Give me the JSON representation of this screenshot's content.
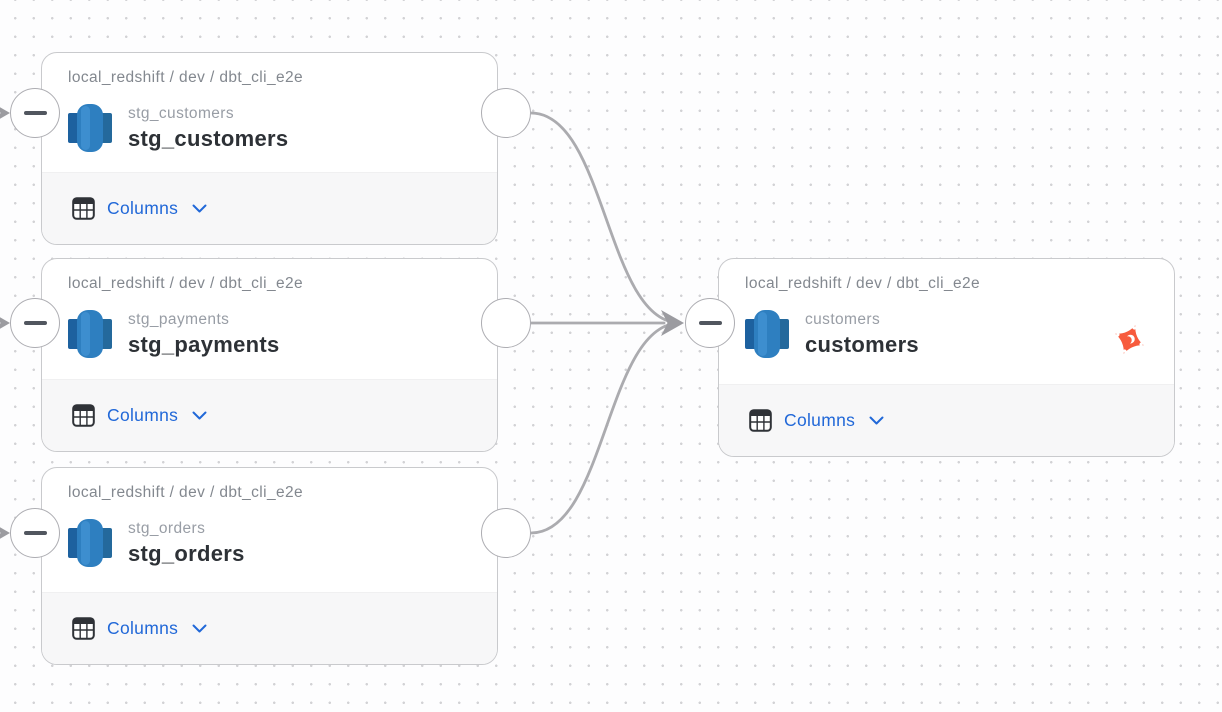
{
  "diagram": {
    "type": "data-lineage-graph",
    "nodes": [
      {
        "breadcrumb": "local_redshift / dev / dbt_cli_e2e",
        "subtitle": "stg_customers",
        "title": "stg_customers",
        "columns_label": "Columns",
        "source_icon": "redshift-icon",
        "collapsed_upstream": true
      },
      {
        "breadcrumb": "local_redshift / dev / dbt_cli_e2e",
        "subtitle": "stg_payments",
        "title": "stg_payments",
        "columns_label": "Columns",
        "source_icon": "redshift-icon",
        "collapsed_upstream": true
      },
      {
        "breadcrumb": "local_redshift / dev / dbt_cli_e2e",
        "subtitle": "stg_orders",
        "title": "stg_orders",
        "columns_label": "Columns",
        "source_icon": "redshift-icon",
        "collapsed_upstream": true
      },
      {
        "breadcrumb": "local_redshift / dev / dbt_cli_e2e",
        "subtitle": "customers",
        "title": "customers",
        "columns_label": "Columns",
        "source_icon": "redshift-icon",
        "badge_icon": "dbt-icon"
      }
    ],
    "edges": [
      {
        "from": "stg_customers",
        "to": "customers"
      },
      {
        "from": "stg_payments",
        "to": "customers"
      },
      {
        "from": "stg_orders",
        "to": "customers"
      }
    ],
    "icons": {
      "source": "redshift-icon",
      "columns": "table-grid-icon",
      "expander_chevron": "chevron-down-icon",
      "collapse": "minus-icon",
      "badge": "dbt-icon"
    },
    "colors": {
      "columns_link_blue": "#2168d8",
      "edge_gray": "#ababaf",
      "redshift_blue": "#2e7fc0",
      "redshift_dark_blue": "#1d619f",
      "dbt_orange": "#f75b3d",
      "title_text": "#2d3136",
      "muted_text": "#989da5",
      "node_border": "#c9cacd",
      "footer_bg": "#f7f7f8"
    }
  }
}
